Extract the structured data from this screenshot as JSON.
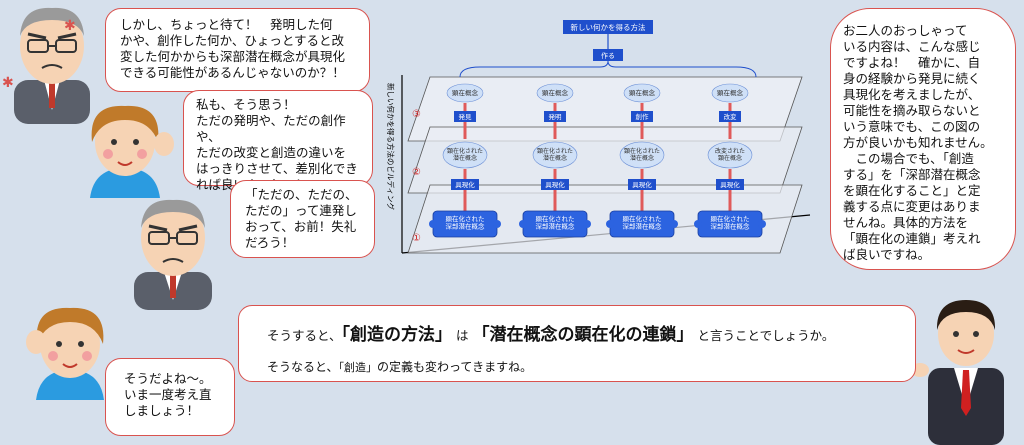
{
  "bubbles": {
    "b1": "しかし、ちょっと待て！　発明した何\nかや、創作した何か、ひょっとすると改\n変した何かからも深部潜在概念が具現化\nできる可能性があるんじゃないのか？！",
    "b2": "私も、そう思う！\nただの発明や、ただの創作や、\nただの改変と創造の違いを\nはっきりさせて、差別化でき\nれば良いんでしょ！",
    "b3": "「ただの、ただの、\nただの」って連発し\nおって、お前！失礼\nだろう！",
    "b4": "そうだよね～。\nいま一度考え直\nしましょう！",
    "b5": "お二人のおっしゃって\nいる内容は、こんな感じ\nですよね！　確かに、自\n身の経験から発見に続く\n具現化を考えましたが、\n可能性を摘み取らないと\nいう意味でも、この図の\n方が良いかも知れません。\n　この場合でも、「創造\nする」を「深部潜在概念\nを顕在化すること」と定\n義する点に変更はありま\nせんね。具体的方法を\n「顕在化の連鎖」考えれ\nば良いですね。"
  },
  "conclusion": {
    "l1_prefix": "そうすると、",
    "l1_term1": "「創造の方法」",
    "l1_wa": "は",
    "l1_term2": "「潜在概念の顕在化の連鎖」",
    "l1_suffix": "と言うことでしょうか。",
    "l2_a": "そうなると、",
    "l2_b": "「創造」",
    "l2_c": "の定義も変わってきますね。"
  },
  "diagram": {
    "title": "新しい何かを得る方法",
    "tsukuru": "作る",
    "y_axis": "新しい何かを得る方法のビルディング",
    "levels": [
      "③",
      "②",
      "①"
    ],
    "top_concept": "顕在概念",
    "actions": [
      "発見",
      "発明",
      "創作",
      "改変"
    ],
    "mid_concepts": [
      "顕在化された\n潜在概念",
      "顕在化された\n潜在概念",
      "顕在化された\n潜在概念",
      "改変された\n顕在概念"
    ],
    "gugenka": "具現化",
    "bottom": "顕在化された\n深部潜在概念"
  },
  "colors": {
    "bubble_border": "#d9534f",
    "background": "#d6e0ec",
    "diagram_blue": "#1f4fcc",
    "arrow_red": "#e05a5a"
  }
}
